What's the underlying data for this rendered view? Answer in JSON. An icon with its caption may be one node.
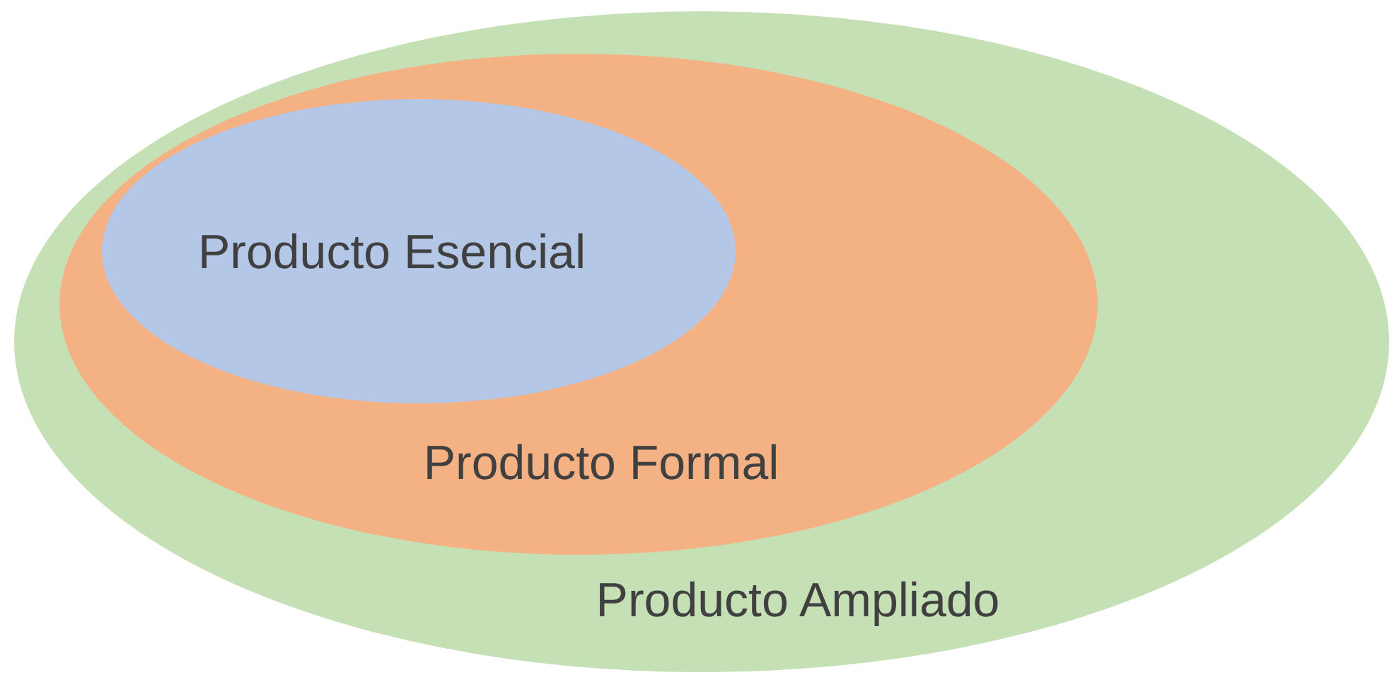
{
  "diagram": {
    "nodes": [
      {
        "text": [
          "Producto Ampliado"
        ]
      },
      {
        "text": [
          "Producto Formal"
        ],
        "in": 0
      },
      {
        "text": [
          "Producto Esencial"
        ],
        "in": 1
      }
    ]
  }
}
